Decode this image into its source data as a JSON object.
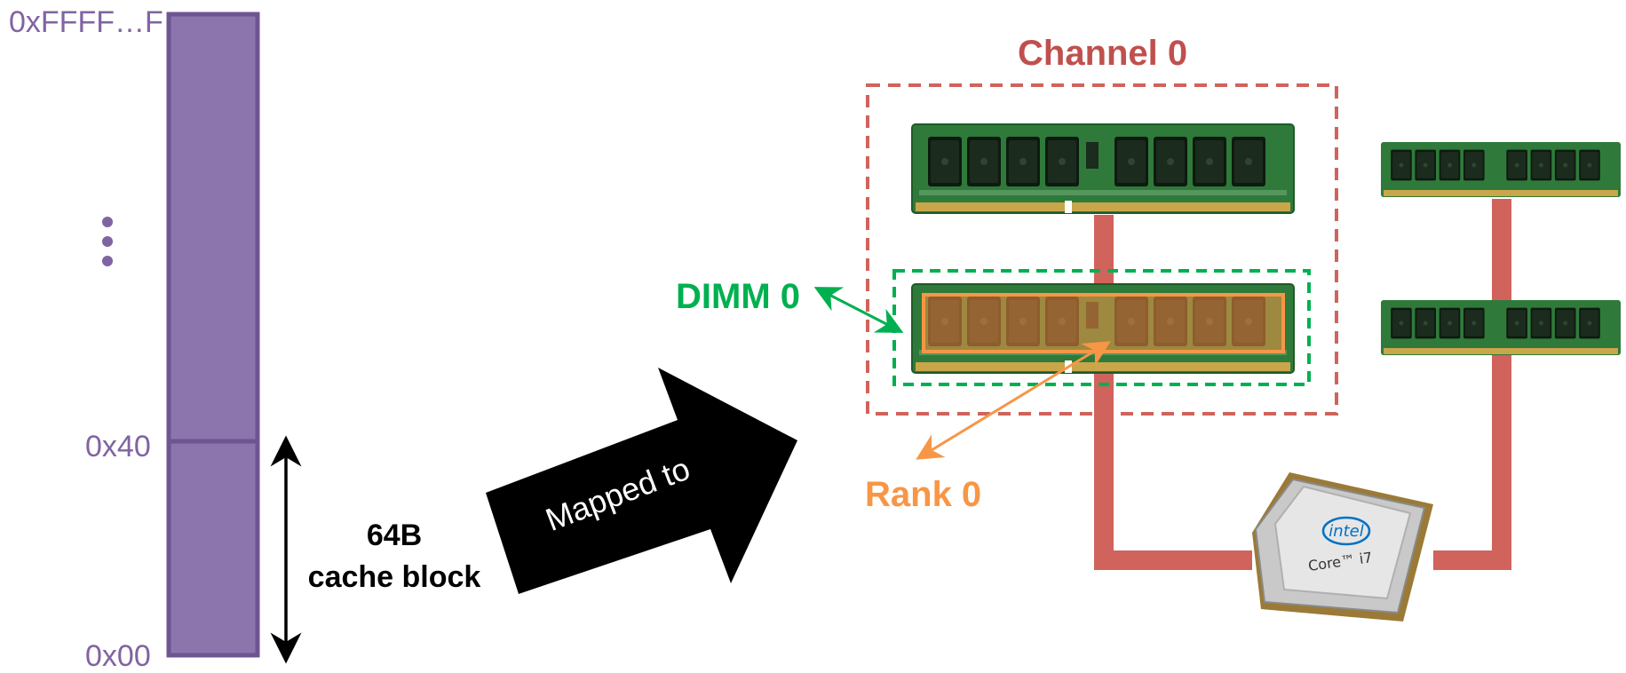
{
  "memory": {
    "addr_top": "0xFFFF…F",
    "addr_mid": "0x40",
    "addr_bottom": "0x00",
    "block_size": "64B",
    "block_name": "cache block",
    "color": "#8c74ad"
  },
  "arrow_label": "Mapped to",
  "channel": {
    "label": "Channel 0",
    "color": "#c0504d"
  },
  "dimm": {
    "label": "DIMM 0",
    "color": "#00b050"
  },
  "rank": {
    "label": "Rank 0",
    "color": "#f79646"
  },
  "cpu": {
    "brand": "intel",
    "model": "Core™ i7"
  },
  "icons": [
    "dram-dimm-icon",
    "cpu-chip-icon"
  ]
}
